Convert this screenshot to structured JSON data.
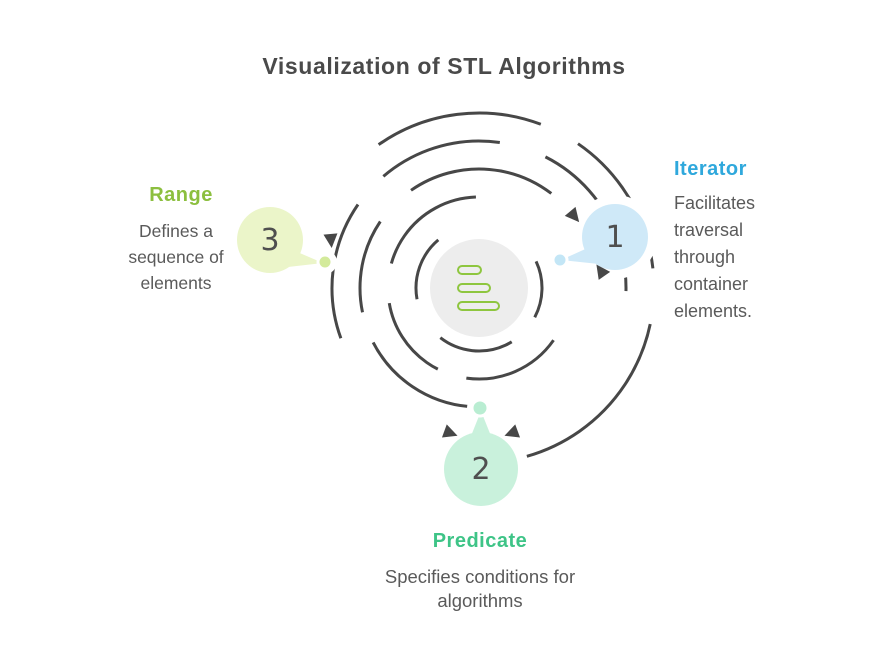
{
  "title": "Visualization of STL Algorithms",
  "center": {
    "icon": "sorted-bars-icon",
    "circle_color": "#ededed",
    "icon_color": "#8ec63f"
  },
  "nodes": {
    "iterator": {
      "number": "1",
      "label": "Iterator",
      "description": "Facilitates traversal through container elements.",
      "label_color": "#2fa8dc",
      "bubble_color": "#cfe9f8"
    },
    "predicate": {
      "number": "2",
      "label": "Predicate",
      "description": "Specifies conditions for algorithms",
      "label_color": "#3ec487",
      "bubble_color": "#c9f1dc"
    },
    "range": {
      "number": "3",
      "label": "Range",
      "description": "Defines a sequence of elements",
      "label_color": "#8cbf3f",
      "bubble_color": "#ebf5c9"
    }
  },
  "colors": {
    "background": "#ffffff",
    "title_text": "#4a4a4a",
    "body_text": "#5a5a5a",
    "orbit_arcs": "#474747",
    "number_text": "#4f4f4f"
  }
}
